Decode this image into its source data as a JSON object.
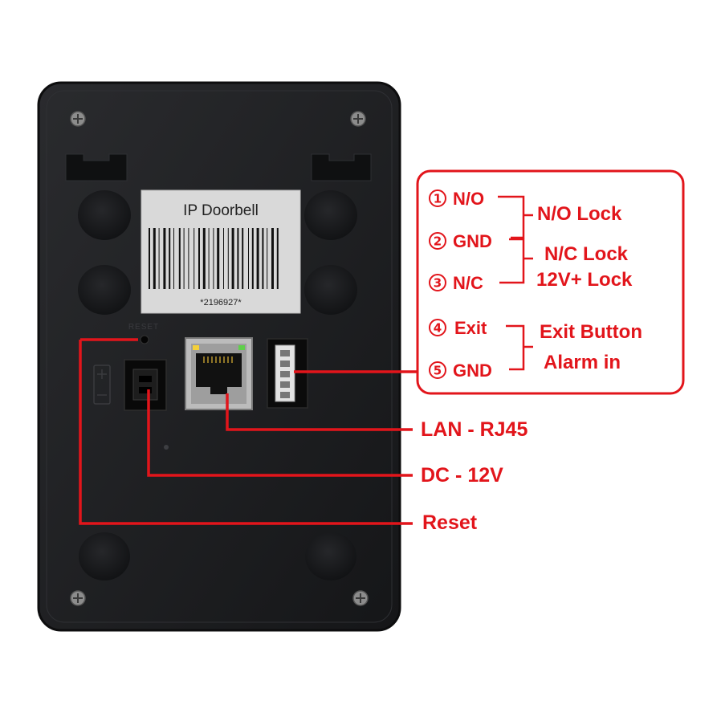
{
  "label_sticker": {
    "title": "IP Doorbell",
    "serial": "*2196927*"
  },
  "device_text": {
    "reset_marking": "RESET"
  },
  "pins": [
    {
      "number": "1",
      "name": "N/O"
    },
    {
      "number": "2",
      "name": "GND"
    },
    {
      "number": "3",
      "name": "N/C"
    },
    {
      "number": "4",
      "name": "Exit"
    },
    {
      "number": "5",
      "name": "GND"
    }
  ],
  "functions": {
    "no_lock": "N/O Lock",
    "nc_lock": "N/C Lock",
    "v12_lock": "12V+ Lock",
    "exit_button": "Exit Button",
    "alarm_in": "Alarm in"
  },
  "ports": {
    "lan": "LAN - RJ45",
    "dc": "DC - 12V",
    "reset": "Reset"
  },
  "colors": {
    "annotation": "#e2151b",
    "device_body": "#1b1c1e",
    "sticker": "#d9d9d9"
  }
}
